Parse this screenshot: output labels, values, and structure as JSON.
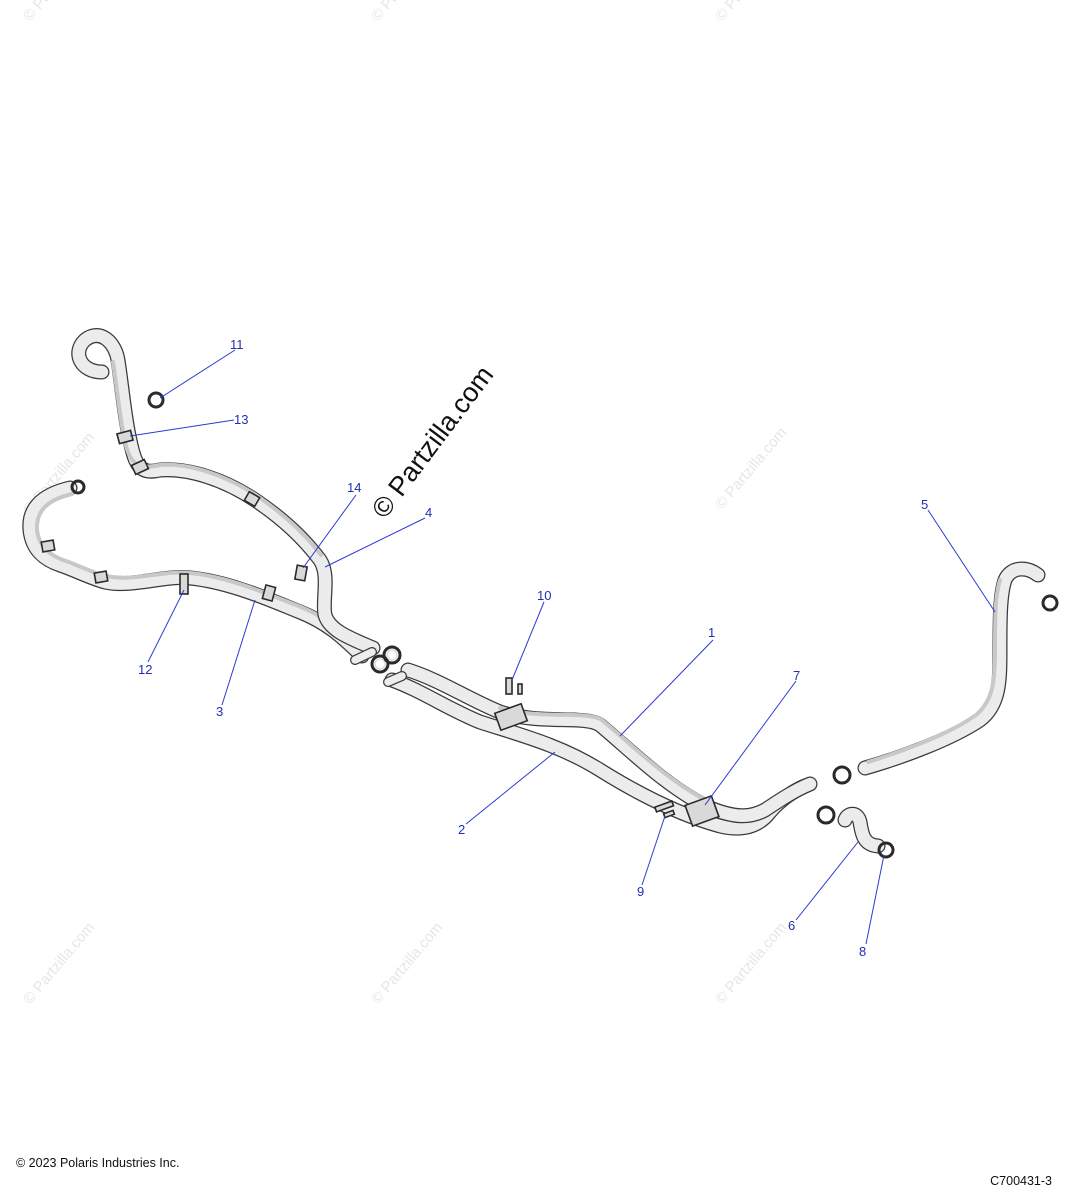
{
  "watermark": {
    "small_text": "© Partzilla.com",
    "main_text": "© Partzilla.com"
  },
  "callouts": [
    "1",
    "2",
    "3",
    "4",
    "5",
    "6",
    "7",
    "8",
    "9",
    "10",
    "11",
    "12",
    "13",
    "14"
  ],
  "footer": {
    "copyright": "© 2023 Polaris Industries Inc.",
    "diagram_code": "C700431-3"
  },
  "colors": {
    "callout": "#1f2fb5",
    "hose_outline": "#3a3a3a",
    "hose_fill": "#ececec"
  }
}
